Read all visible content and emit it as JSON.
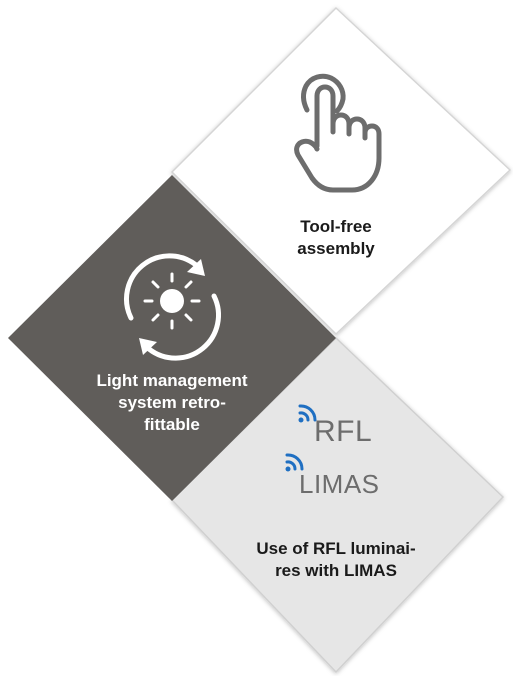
{
  "colors": {
    "white_tile": "#ffffff",
    "dark_tile": "#605d5a",
    "light_tile": "#e6e6e6",
    "tile_border": "#d5d5d5",
    "icon_grey": "#6d6d6d",
    "wifi_blue": "#1f6fc2"
  },
  "tiles": {
    "assembly": {
      "icon": "hand-pointer-icon",
      "label": "Tool-free\nassembly"
    },
    "light_management": {
      "icon": "sun-refresh-icon",
      "label": "Light management\nsystem retro-\nfittable"
    },
    "rfl": {
      "logos": [
        {
          "icon": "wireless-signal-icon",
          "text": "RFL"
        },
        {
          "icon": "wireless-signal-icon",
          "text": "LIMAS"
        }
      ],
      "label": "Use of RFL luminai-\nres with LIMAS"
    }
  }
}
